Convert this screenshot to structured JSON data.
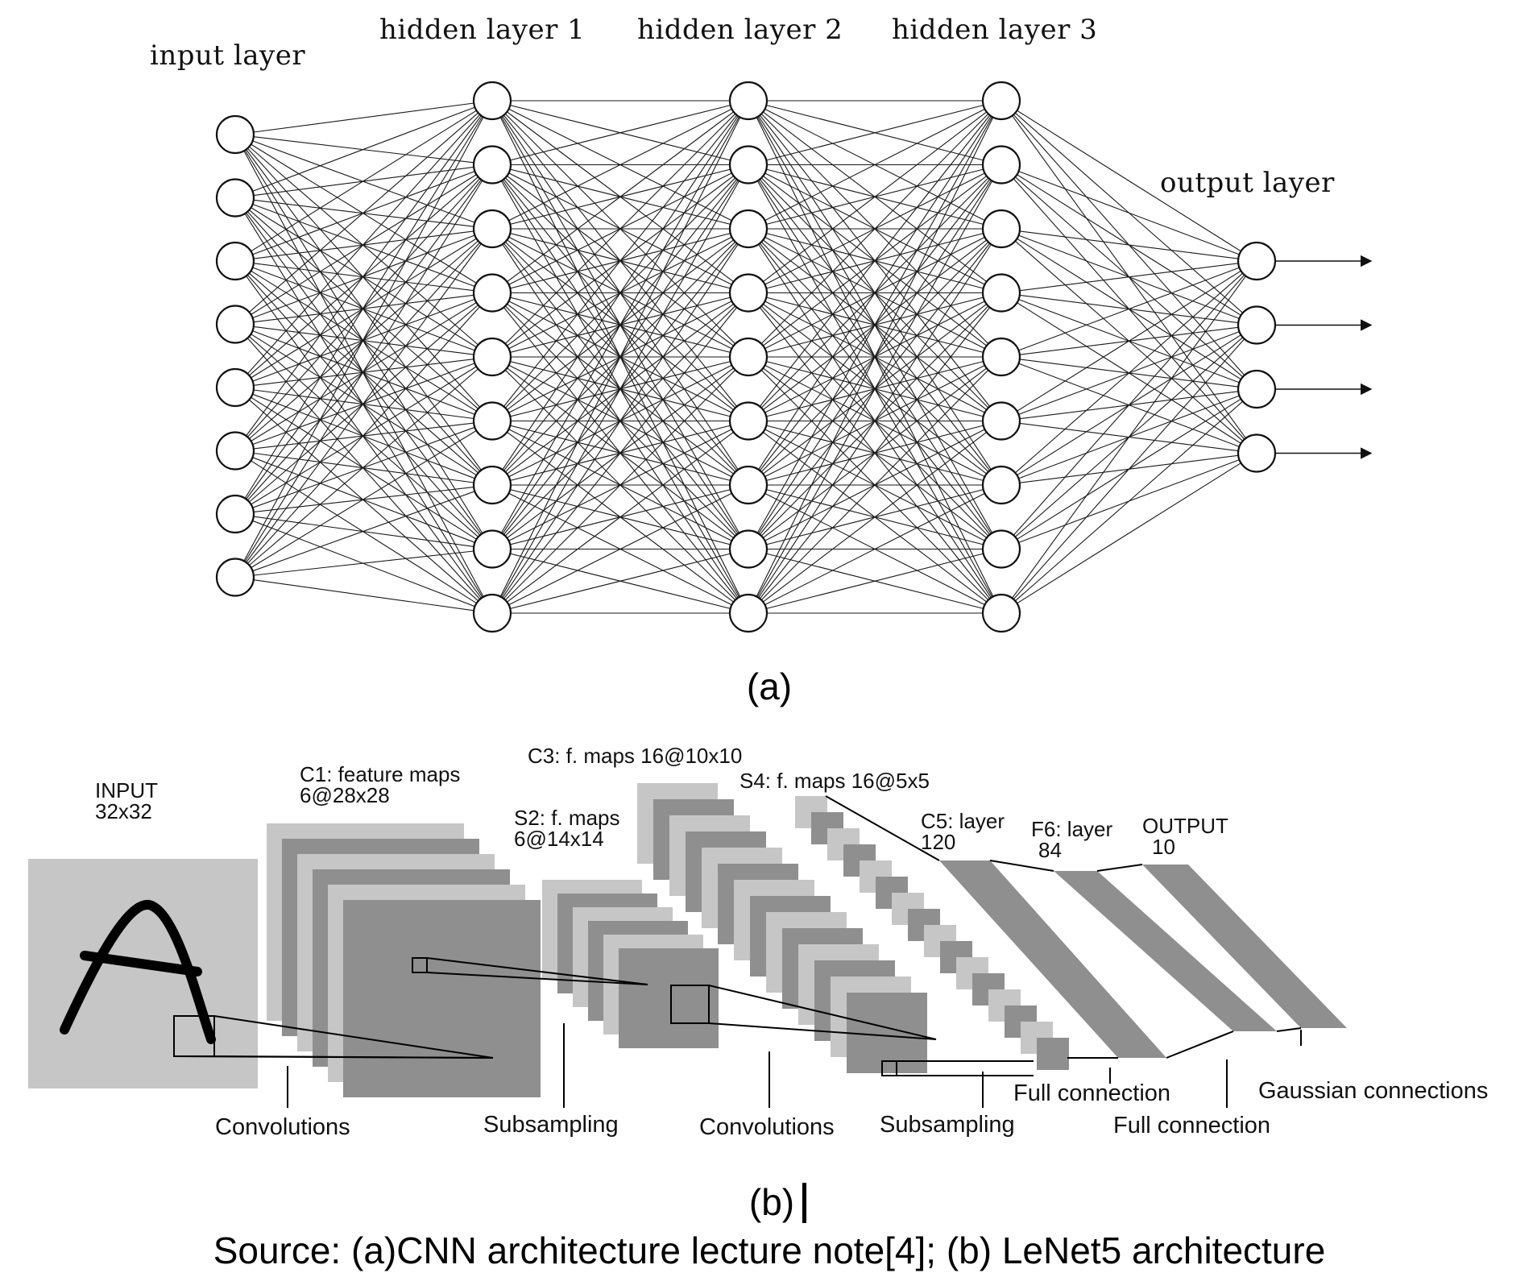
{
  "panel_a": {
    "layer_labels": {
      "input": "input layer",
      "hidden1": "hidden layer 1",
      "hidden2": "hidden layer 2",
      "hidden3": "hidden layer 3",
      "output": "output layer"
    },
    "node_counts": [
      8,
      9,
      9,
      9,
      4
    ],
    "caption": "(a)"
  },
  "panel_b": {
    "blocks": {
      "input_title": "INPUT",
      "input_size": "32x32",
      "c1_title": "C1: feature maps",
      "c1_size": "6@28x28",
      "s2_title": "S2: f. maps",
      "s2_size": "6@14x14",
      "c3_title": "C3: f. maps 16@10x10",
      "s4_title": "S4: f. maps 16@5x5",
      "c5_title": "C5: layer",
      "c5_size": "120",
      "f6_title": "F6: layer",
      "f6_size": "84",
      "output_title": "OUTPUT",
      "output_size": "10"
    },
    "operations": {
      "op1": "Convolutions",
      "op2": "Subsampling",
      "op3": "Convolutions",
      "op4": "Subsampling",
      "op5": "Full connection",
      "op6": "Full connection",
      "op7": "Gaussian connections"
    },
    "caption": "(b)"
  },
  "source": "Source: (a)CNN architecture lecture note[4]; (b) LeNet5 architecture",
  "colors": {
    "light_gray": "#c6c6c6",
    "dark_gray": "#8f8f8f",
    "line": "#000000"
  }
}
